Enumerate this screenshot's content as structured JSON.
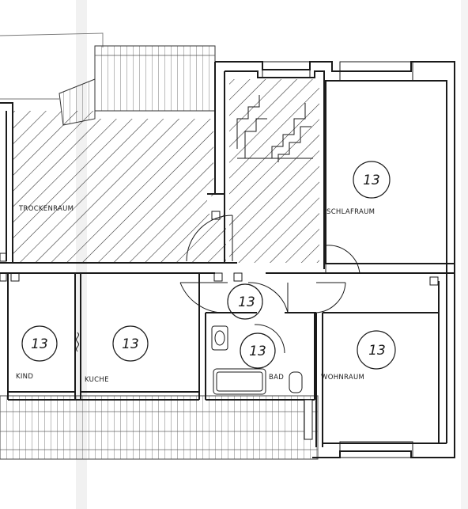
{
  "rooms": [
    {
      "id": "trockenraum",
      "label": "TROCKENRAUM"
    },
    {
      "id": "schlafraum",
      "label": "SCHLAFRAUM",
      "number": "13"
    },
    {
      "id": "kind",
      "label": "KIND",
      "number": "13"
    },
    {
      "id": "kueche",
      "label": "KUCHE",
      "number": "13"
    },
    {
      "id": "bad",
      "label": "BAD",
      "number": "13"
    },
    {
      "id": "wohnraum",
      "label": "WOHNRAUM",
      "number": "13"
    },
    {
      "id": "flur",
      "number": "13"
    }
  ],
  "colors": {
    "ink": "#1a1a1a",
    "hatch": "#2b2b2b",
    "paper": "#ffffff",
    "page_edge": "#e9e9e9"
  }
}
